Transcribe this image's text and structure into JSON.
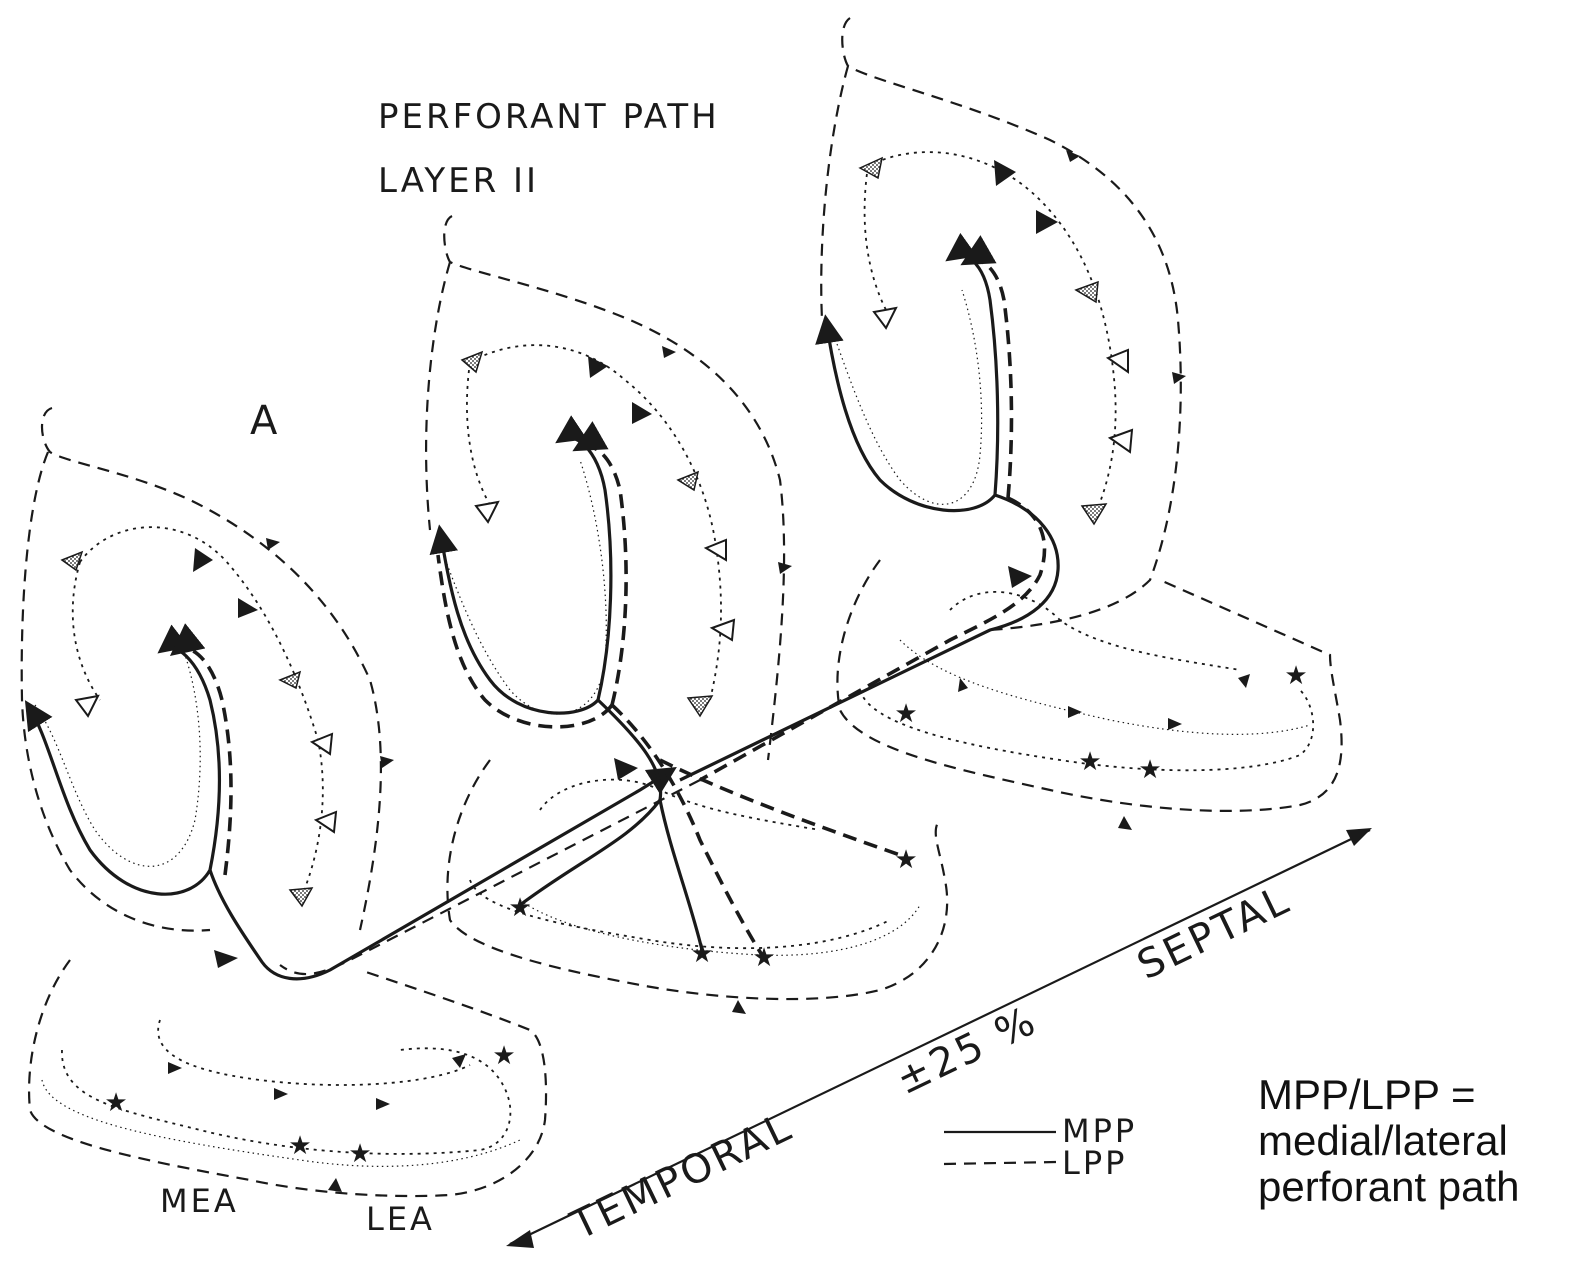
{
  "title": {
    "line1": "PERFORANT PATH",
    "line2": "LAYER II"
  },
  "panel_label": "A",
  "region_labels": {
    "mea": "MEA",
    "lea": "LEA"
  },
  "axis": {
    "temporal": "TEMPORAL",
    "septal": "SEPTAL",
    "percent": "±25 %"
  },
  "legend": [
    {
      "label": "MPP",
      "style": "solid"
    },
    {
      "label": "LPP",
      "style": "dashed"
    }
  ],
  "caption": {
    "line1": "MPP/LPP =",
    "line2": "medial/lateral",
    "line3": "perforant path"
  },
  "colors": {
    "ink": "#1a1a1a",
    "background": "#ffffff"
  }
}
